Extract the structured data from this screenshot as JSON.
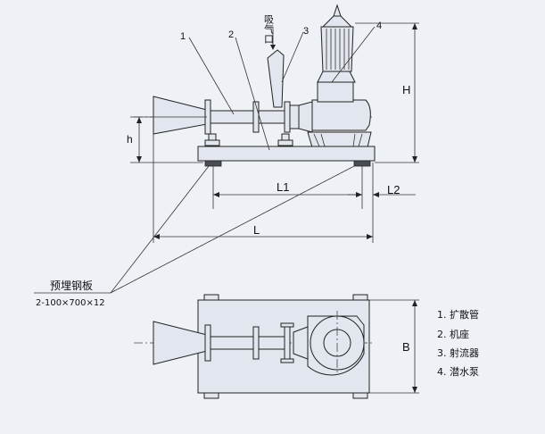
{
  "callouts": [
    "1",
    "2",
    "3",
    "4"
  ],
  "inlet_label": "吸气口",
  "dimensions": {
    "H": "H",
    "h": "h",
    "L1": "L1",
    "L2": "L2",
    "L": "L",
    "B": "B"
  },
  "embedded_plate": {
    "title": "预埋钢板",
    "spec": "2-100×700×12"
  },
  "legend": [
    "1. 扩散管",
    "2. 机座",
    "3. 射流器",
    "4. 潜水泵"
  ]
}
